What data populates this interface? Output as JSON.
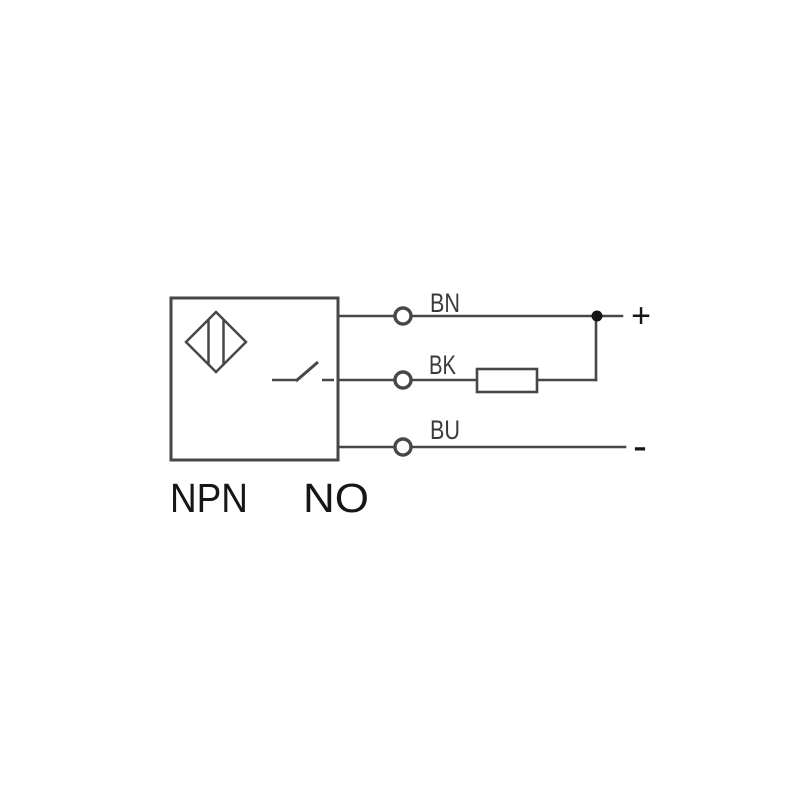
{
  "colors": {
    "bg": "#ffffff",
    "line": "#474747",
    "label": "#3a3a3a",
    "text": "#161616"
  },
  "caption": {
    "transistor_type": "NPN",
    "contact_type": "NO"
  },
  "wires": [
    {
      "label": "BN"
    },
    {
      "label": "BK"
    },
    {
      "label": "BU"
    }
  ],
  "terminals": {
    "positive": "+",
    "negative": "-"
  },
  "icons": {
    "sensor_symbol": "proximity-sensor-diamond-icon",
    "switch_symbol": "normally-open-switch-icon",
    "load_symbol": "load-resistor-icon",
    "connector_symbol": "wire-connector-ring-icon",
    "junction_symbol": "junction-dot-icon"
  }
}
